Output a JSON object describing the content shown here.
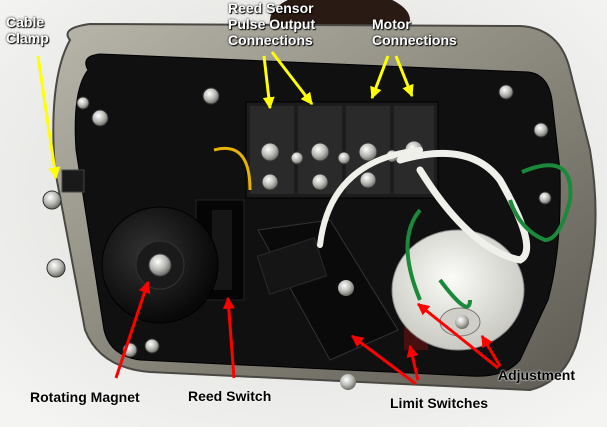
{
  "labels": {
    "cable_clamp": [
      "Cable",
      "Clamp"
    ],
    "reed_sensor": [
      "Reed Sensor",
      "Pulse Output",
      "Connections"
    ],
    "motor_connections": [
      "Motor",
      "Connections"
    ],
    "rotating_magnet": "Rotating Magnet",
    "reed_switch": "Reed Switch",
    "limit_switches": "Limit Switches",
    "adjustment": "Adjustment"
  },
  "colors": {
    "arrow_yellow": "#ffff00",
    "arrow_red": "#ff0000",
    "label_white": "#ffffff",
    "label_black": "#000000",
    "housing_gray": "#8a8a80",
    "panel_black": "#111111",
    "wire_green": "#1a8a3a",
    "wire_white": "#f0f0ea",
    "wire_yellow": "#e8b400"
  }
}
